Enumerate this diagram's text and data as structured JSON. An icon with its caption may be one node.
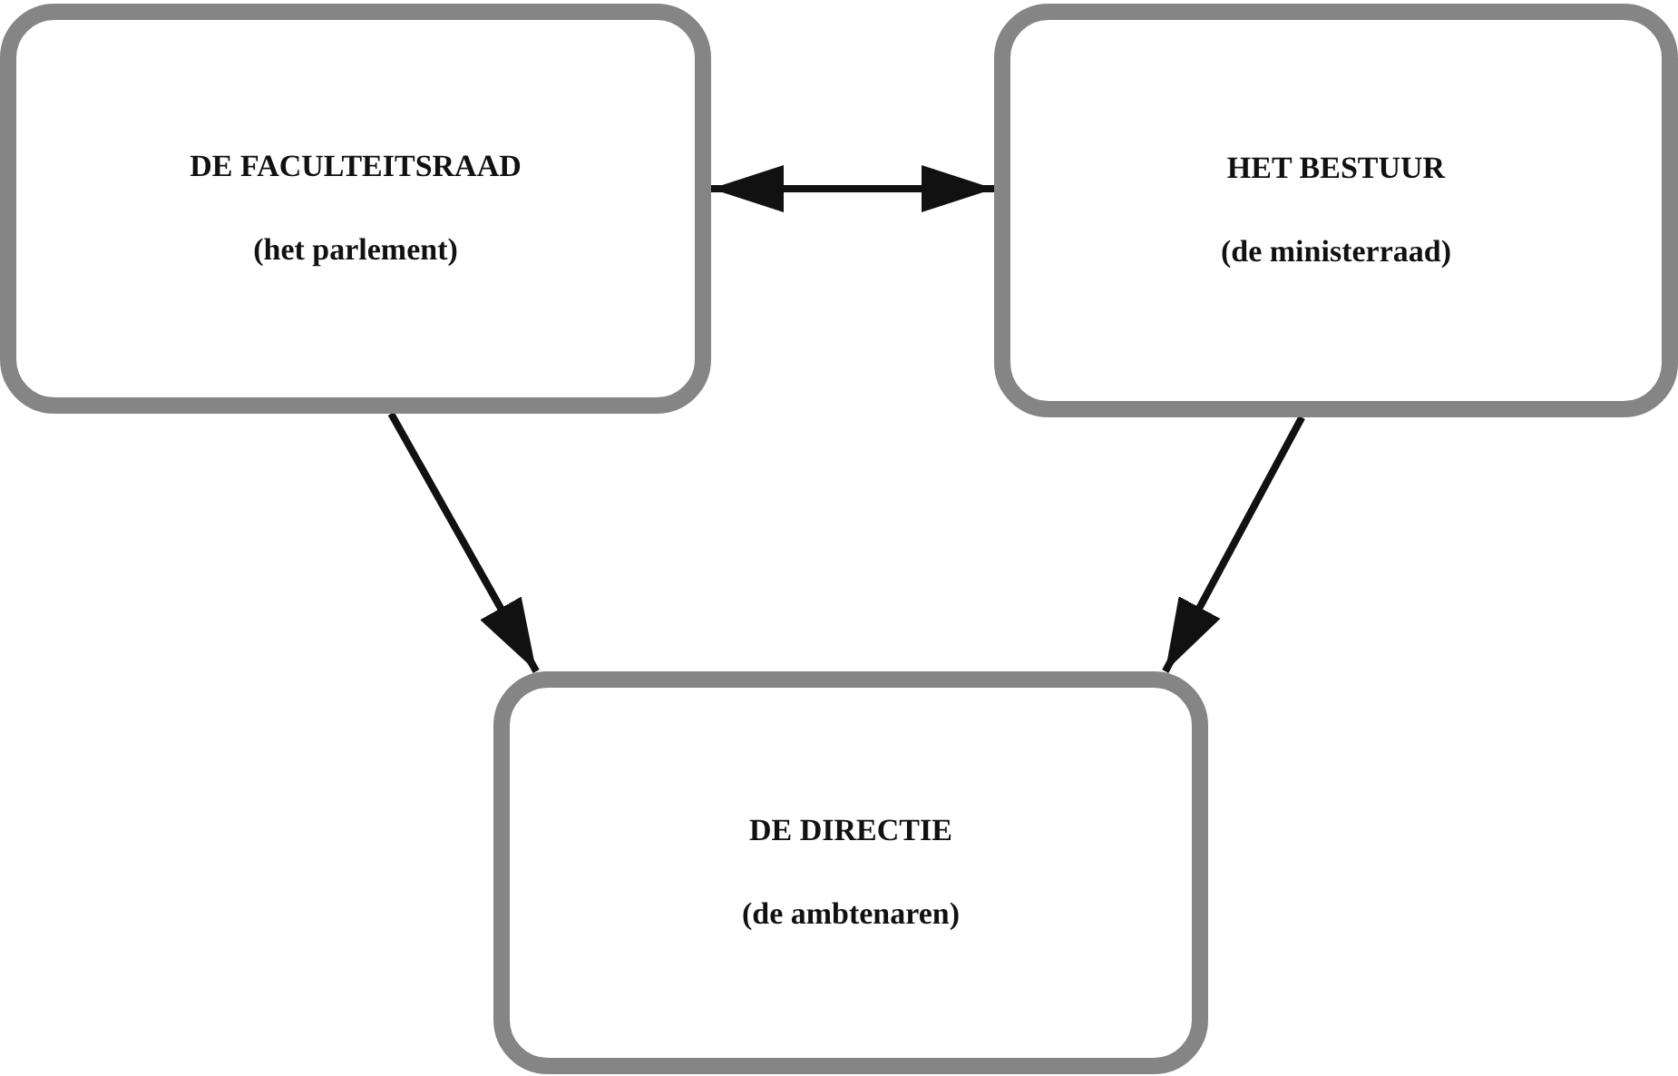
{
  "diagram": {
    "nodes": [
      {
        "text": [
          "DE FACULTEITSRAAD",
          "(het parlement)"
        ]
      },
      {
        "text": [
          "HET BESTUUR",
          "(de ministerraad)"
        ]
      },
      {
        "text": [
          "DE DIRECTIE",
          "(de ambtenaren)"
        ]
      }
    ],
    "edges": [
      {
        "from": 0,
        "to": 1,
        "arrow": "both"
      },
      {
        "from": 0,
        "to": 2,
        "arrow": "to"
      },
      {
        "from": 1,
        "to": 2,
        "arrow": "to"
      }
    ]
  }
}
